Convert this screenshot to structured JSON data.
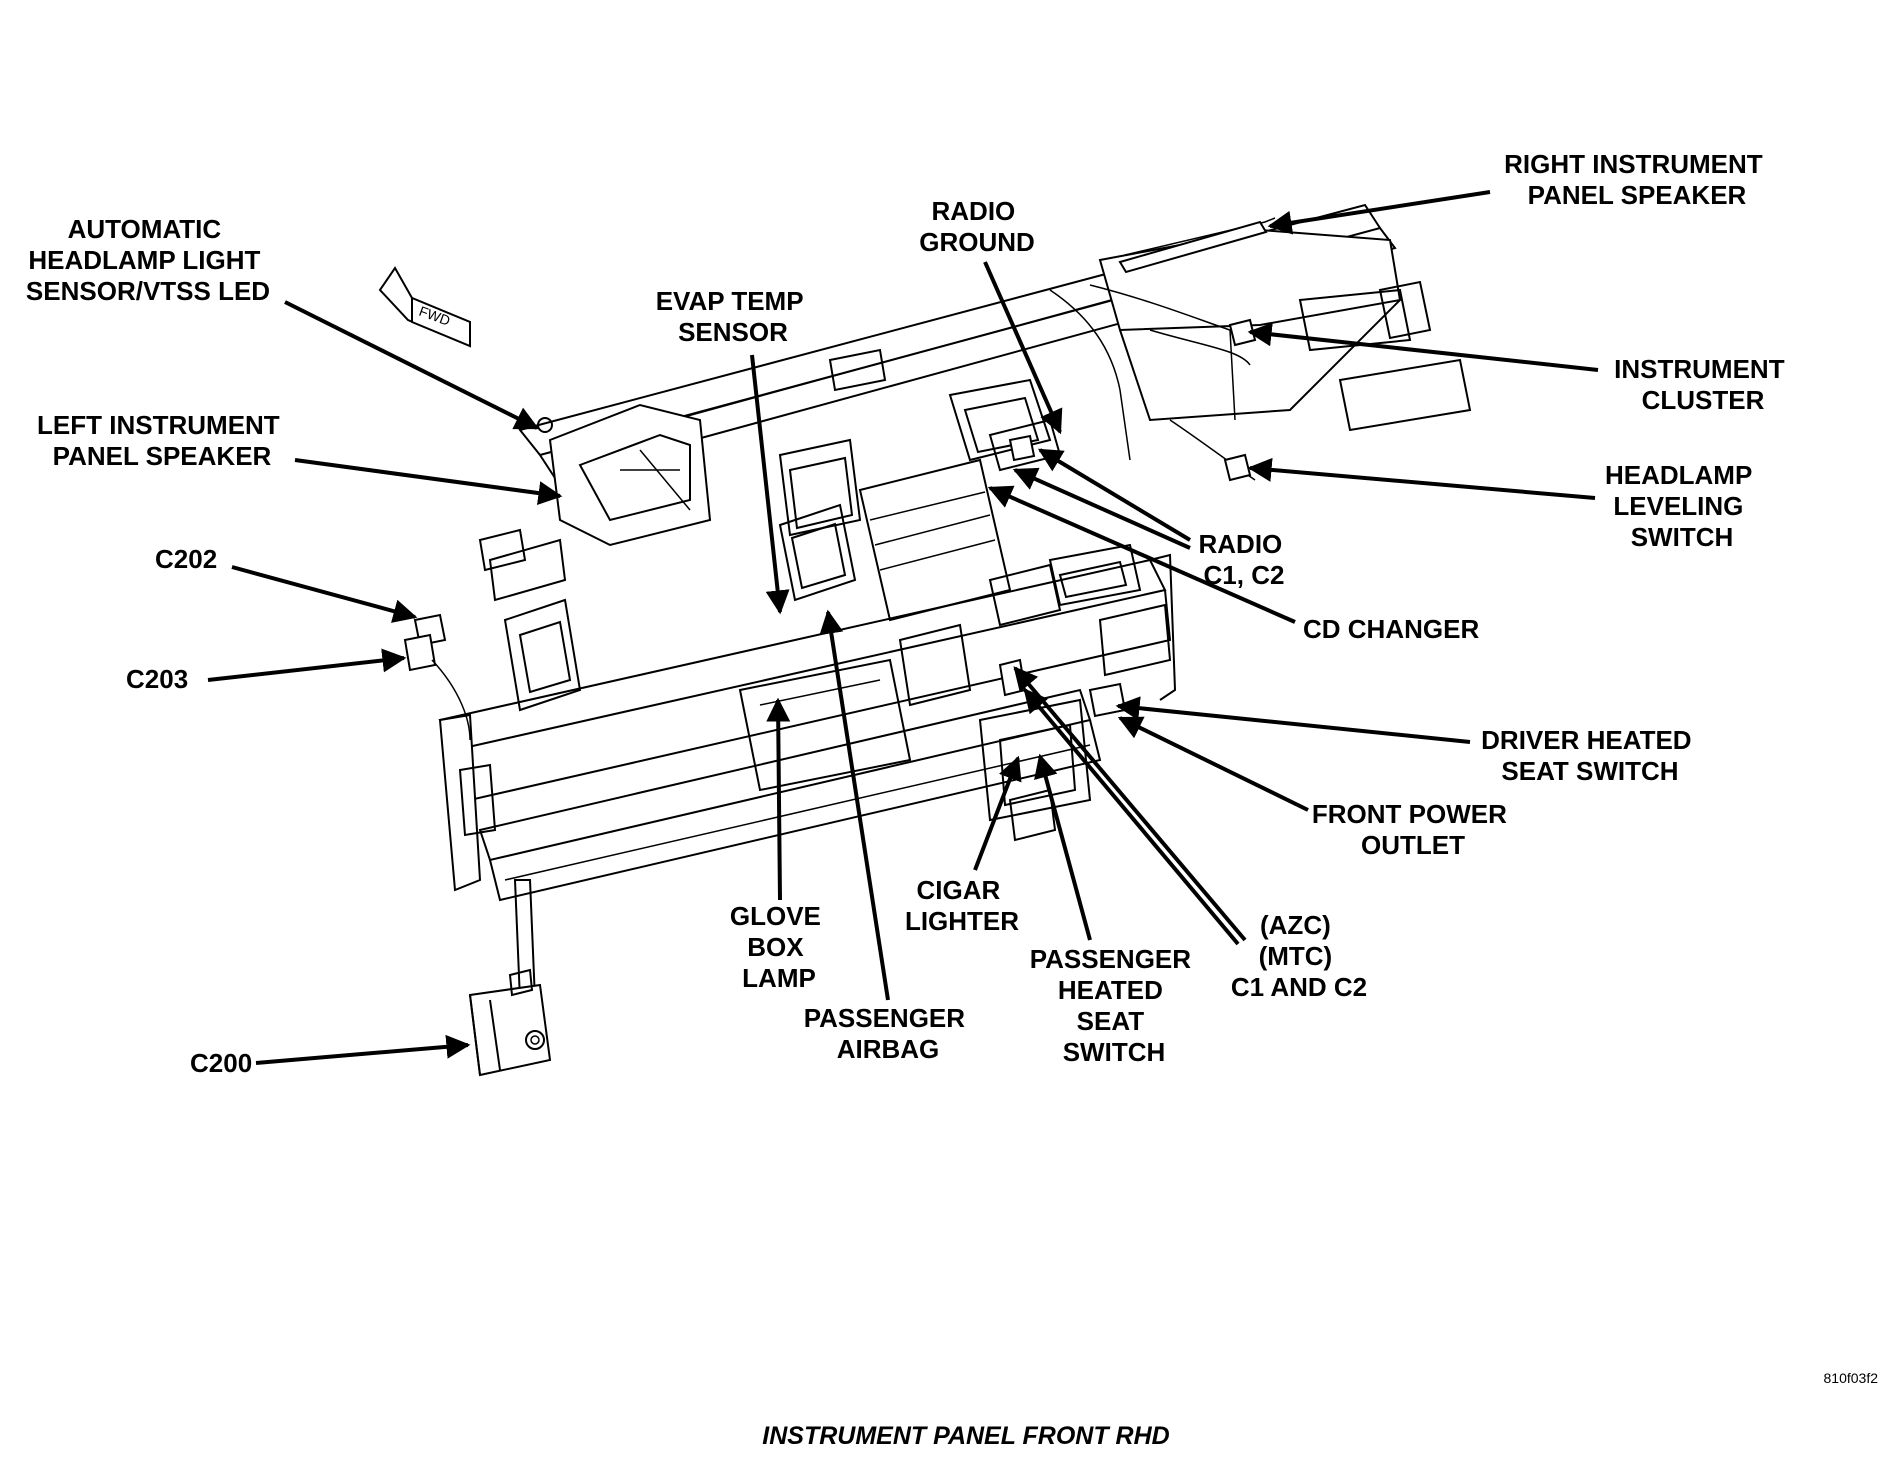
{
  "labels": {
    "auto_headlamp": [
      "AUTOMATIC",
      "HEADLAMP LIGHT",
      "SENSOR/VTSS LED"
    ],
    "left_speaker": [
      "LEFT INSTRUMENT",
      "PANEL SPEAKER"
    ],
    "c202": "C202",
    "c203": "C203",
    "c200": "C200",
    "evap_temp": [
      "EVAP TEMP",
      "SENSOR"
    ],
    "radio_ground": [
      "RADIO",
      "GROUND"
    ],
    "right_speaker": [
      "RIGHT INSTRUMENT",
      "PANEL SPEAKER"
    ],
    "instrument_cluster": [
      "INSTRUMENT",
      "CLUSTER"
    ],
    "headlamp_leveling": [
      "HEADLAMP",
      "LEVELING",
      "SWITCH"
    ],
    "radio_c1c2": [
      "RADIO",
      "C1, C2"
    ],
    "cd_changer": "CD CHANGER",
    "driver_heated": [
      "DRIVER HEATED",
      "SEAT SWITCH"
    ],
    "front_power": [
      "FRONT POWER",
      "OUTLET"
    ],
    "azc_mtc": [
      "(AZC)",
      "(MTC)",
      "C1 AND C2"
    ],
    "passenger_heated": [
      "PASSENGER",
      "HEATED",
      "SEAT",
      "SWITCH"
    ],
    "cigar_lighter": [
      "CIGAR",
      "LIGHTER"
    ],
    "passenger_airbag": [
      "PASSENGER",
      "AIRBAG"
    ],
    "glove_box": [
      "GLOVE",
      "BOX",
      "LAMP"
    ]
  },
  "fwd_arrow": "FWD",
  "caption": "INSTRUMENT PANEL FRONT RHD",
  "figure_code": "810f03f2"
}
